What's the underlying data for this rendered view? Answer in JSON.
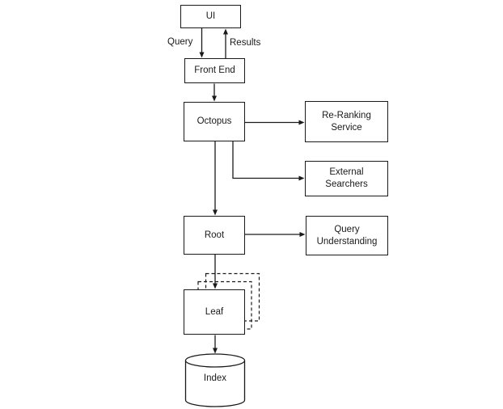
{
  "diagram": {
    "description": "Search system architecture flowchart",
    "colors": {
      "stroke": "#1a1a1a",
      "text": "#1a1a1a",
      "background": "#ffffff"
    },
    "nodes": {
      "ui": {
        "label": "UI",
        "shape": "rect"
      },
      "front_end": {
        "label": "Front End",
        "shape": "rect"
      },
      "octopus": {
        "label": "Octopus",
        "shape": "rect"
      },
      "re_ranking": {
        "label": "Re-Ranking\nService",
        "shape": "rect"
      },
      "external_searchers": {
        "label": "External\nSearchers",
        "shape": "rect"
      },
      "root": {
        "label": "Root",
        "shape": "rect"
      },
      "query_understanding": {
        "label": "Query\nUnderstanding",
        "shape": "rect"
      },
      "leaf": {
        "label": "Leaf",
        "shape": "rect-stacked-dashed"
      },
      "index": {
        "label": "Index",
        "shape": "cylinder"
      }
    },
    "edge_labels": {
      "query": "Query",
      "results": "Results"
    },
    "edges": [
      {
        "from": "ui",
        "to": "front_end",
        "label": "Query"
      },
      {
        "from": "front_end",
        "to": "ui",
        "label": "Results"
      },
      {
        "from": "front_end",
        "to": "octopus",
        "label": ""
      },
      {
        "from": "octopus",
        "to": "re_ranking",
        "label": ""
      },
      {
        "from": "octopus",
        "to": "external_searchers",
        "label": ""
      },
      {
        "from": "octopus",
        "to": "root",
        "label": ""
      },
      {
        "from": "root",
        "to": "query_understanding",
        "label": ""
      },
      {
        "from": "root",
        "to": "leaf",
        "label": ""
      },
      {
        "from": "leaf",
        "to": "index",
        "label": ""
      }
    ]
  }
}
